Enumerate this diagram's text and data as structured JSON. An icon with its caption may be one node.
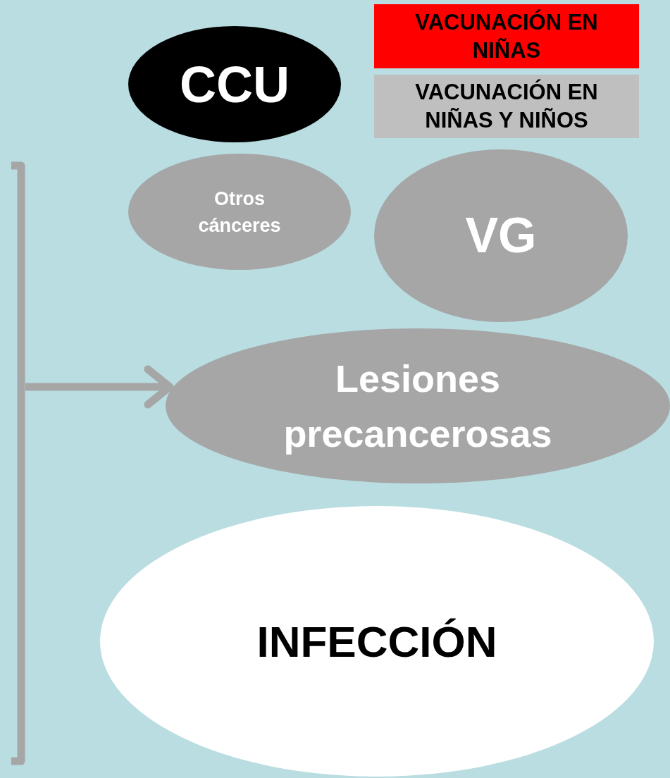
{
  "diagram": {
    "nodes": [
      {
        "text": [
          "CCU"
        ]
      },
      {
        "text": [
          "Otros cánceres"
        ]
      },
      {
        "text": [
          "VG"
        ]
      },
      {
        "text": [
          "Lesiones precancerosas"
        ]
      },
      {
        "text": [
          "INFECCIÓN"
        ]
      },
      {
        "text": [],
        "shape": "bracket"
      }
    ],
    "edges": [
      {
        "from": 5,
        "to": 3,
        "arrow": "to"
      }
    ],
    "legend": [
      {
        "text": "VACUNACIÓN EN NIÑAS",
        "color": "#ff0000"
      },
      {
        "text": "VACUNACIÓN EN NIÑAS Y NIÑOS",
        "color": "#bfbfbf"
      }
    ]
  }
}
